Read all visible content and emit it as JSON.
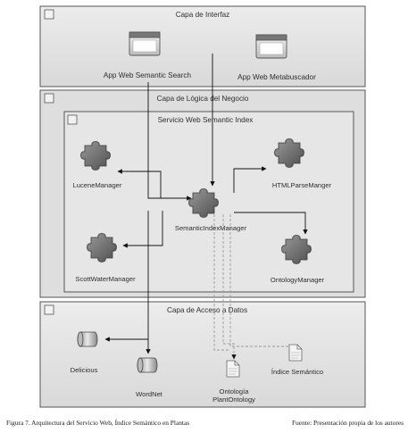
{
  "layers": {
    "interfaz": {
      "title": "Capa de Interfaz"
    },
    "logica": {
      "title": "Capa de Lógica del Negocio"
    },
    "servicio": {
      "title": "Servicio Web Semantic Index"
    },
    "acceso": {
      "title": "Capa de Acceso a Datos"
    }
  },
  "apps": {
    "search": "App Web Semantic Search",
    "meta": "App Web Metabuscador"
  },
  "components": {
    "lucene": "LuceneManager",
    "html": "HTMLParseManger",
    "index": "SemanticIndexManager",
    "scott": "ScottWaterManager",
    "ontology": "OntologyManager"
  },
  "data_sources": {
    "delicious": "Delicious",
    "wordnet": "WordNet",
    "ontologia_line1": "Ontología",
    "ontologia_line2": "PlantOntology",
    "indice": "Índice Semántico"
  },
  "caption": {
    "left": "Figura 7.  Arquitectura del Servicio Web, Índice Semántico en Plantas",
    "right": "Fuente: Presentación propia de los autores"
  }
}
